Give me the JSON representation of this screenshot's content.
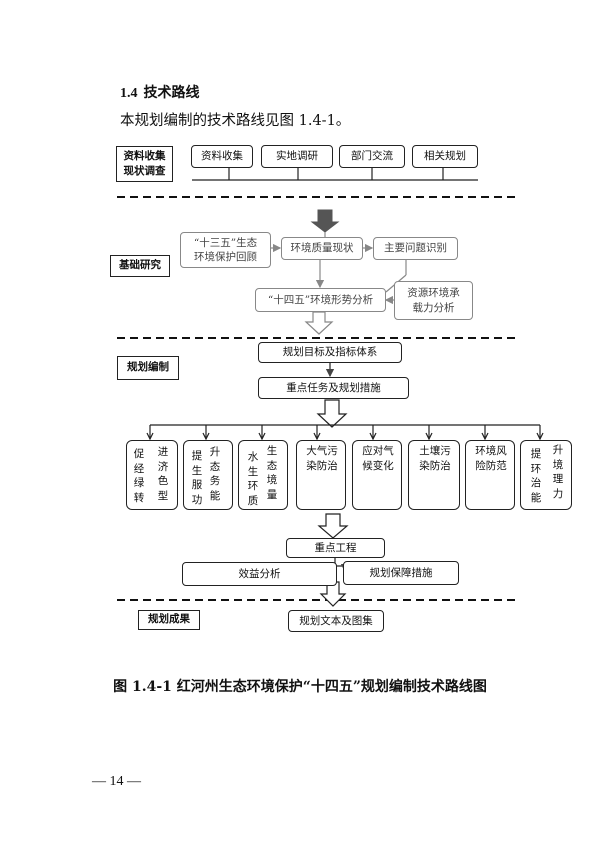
{
  "heading": {
    "number": "1.4",
    "title": "技术路线"
  },
  "intro": "本规划编制的技术路线见图 1.4-1。",
  "sections": {
    "survey": [
      "资料收集",
      "现状调查"
    ],
    "research": "基础研究",
    "planning": "规划编制",
    "results": "规划成果"
  },
  "survey_items": [
    "资料收集",
    "实地调研",
    "部门交流",
    "相关规划"
  ],
  "research_items": {
    "review": [
      "“十三五”生态",
      "环境保护回顾"
    ],
    "status": "环境质量现状",
    "problems": "主要问题识别",
    "situation": "“十四五”环境形势分析",
    "capacity": [
      "资源环境承",
      "载力分析"
    ]
  },
  "planning_items": {
    "goals": "规划目标及指标体系",
    "tasks": "重点任务及规划措施",
    "columns": [
      {
        "col1": "促经绿转",
        "col2": "进济色型"
      },
      {
        "col1": "提生服功",
        "col2": "升态务能"
      },
      {
        "col1": "水生环质",
        "col2": "生态境量"
      },
      {
        "col1": "大气污染防治",
        "col2": ""
      },
      {
        "col1": "应对气候变化",
        "col2": ""
      },
      {
        "col1": "土壤污染防治",
        "col2": ""
      },
      {
        "col1": "环境风险防范",
        "col2": ""
      },
      {
        "col1": "提环治能",
        "col2": "升境理力"
      }
    ],
    "projects": "重点工程",
    "benefit": "效益分析",
    "guarantee": "规划保障措施"
  },
  "results_item": "规划文本及图集",
  "caption": "图 1.4-1  红河州生态环境保护“十四五”规划编制技术路线图",
  "page_number": "— 14 —"
}
